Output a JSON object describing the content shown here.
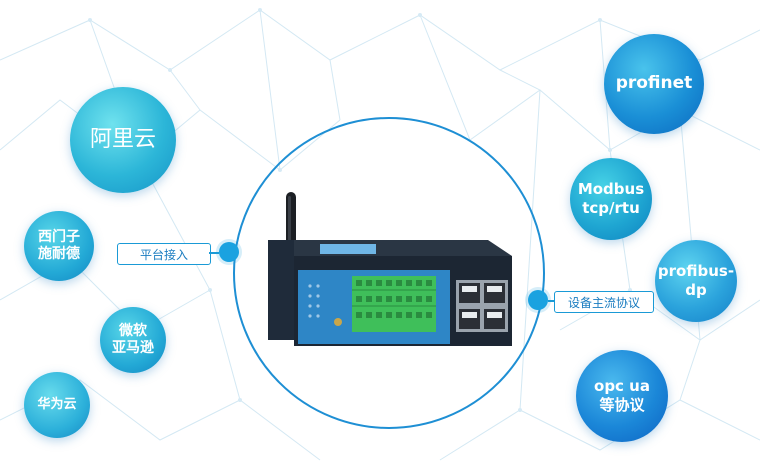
{
  "bubbles": {
    "aliyun": "阿里云",
    "siemens": "西门子\n施耐德",
    "microsoft": "微软\n亚马逊",
    "huawei": "华为云",
    "profinet": "profinet",
    "modbus": "Modbus\ntcp/rtu",
    "profibus": "profibus-\ndp",
    "opc": "opc ua\n等协议"
  },
  "labels": {
    "platform_access": "平台接入",
    "protocols": "设备主流协议"
  },
  "colors": {
    "accent": "#1a9ad6",
    "ring": "#1e8fd4",
    "device_body": "#1f2b3a",
    "device_front": "#2e86c6",
    "terminal_green": "#3fbf5a"
  },
  "icons": [
    "antenna-icon",
    "ethernet-port-icon",
    "terminal-block-icon",
    "status-led-icon"
  ]
}
